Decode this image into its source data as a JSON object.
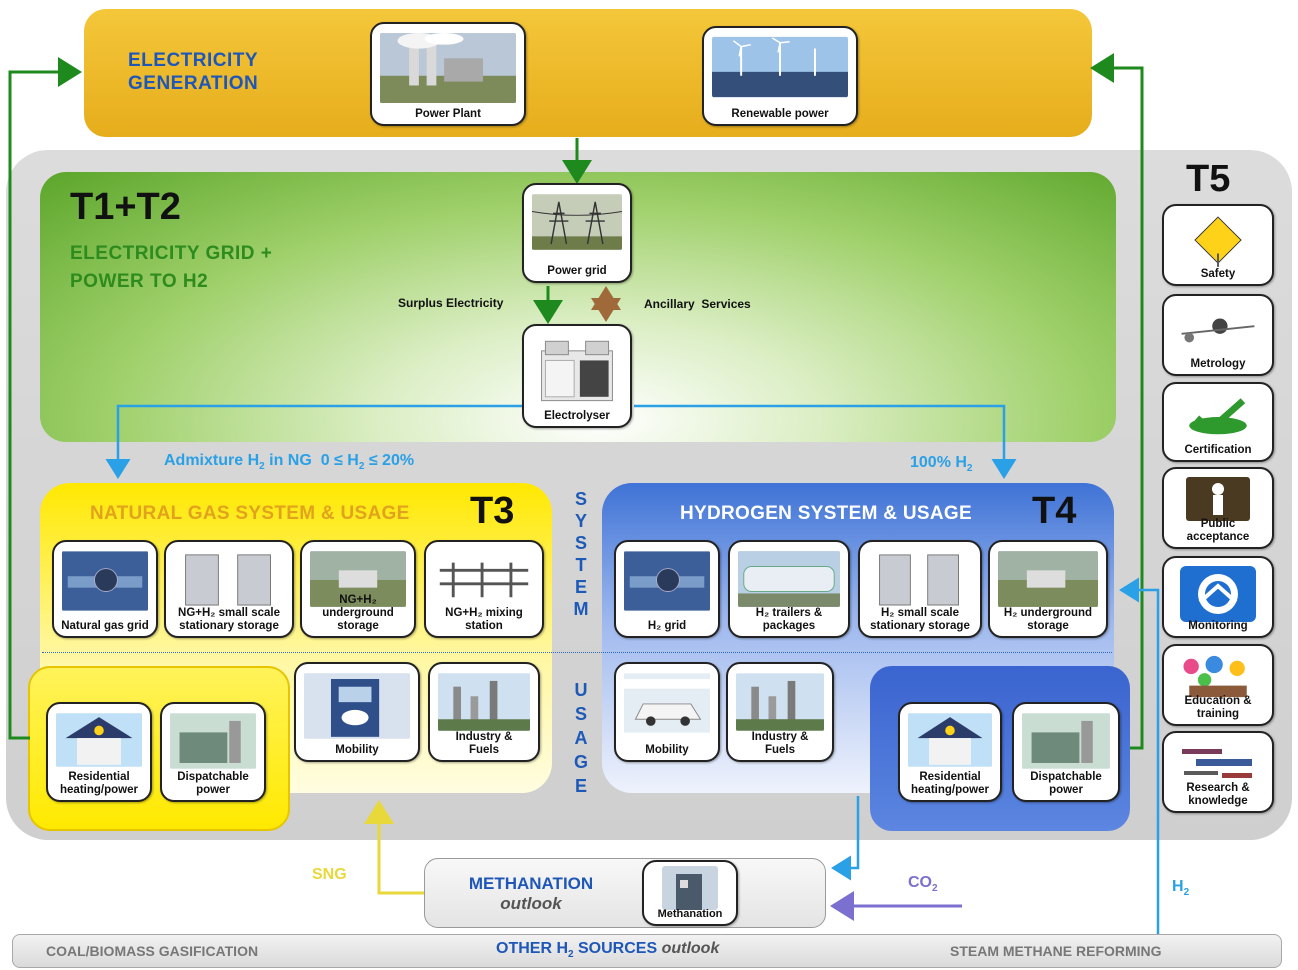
{
  "generation": {
    "title_line1": "ELECTRICITY",
    "title_line2": "GENERATION",
    "cards": [
      {
        "label": "Power Plant",
        "icon": "power-plant-icon"
      },
      {
        "label": "Renewable power",
        "icon": "wind-solar-icon"
      }
    ]
  },
  "t12": {
    "code": "T1+T2",
    "title_line1": "ELECTRICITY GRID +",
    "title_line2": "POWER TO H2",
    "grid_label": "Power grid",
    "electrolyser_label": "Electrolyser",
    "surplus": "Surplus Electricity",
    "ancillary": "Ancillary  Services"
  },
  "flows": {
    "admixture_prefix": "Admixture H",
    "admixture_sub": "2",
    "admixture_mid": " in NG  0 ≤ H",
    "admixture_sub2": "2",
    "admixture_suffix": " ≤ 20%",
    "pure_prefix": "100% H",
    "pure_sub": "2",
    "sng": "SNG",
    "co2_prefix": "CO",
    "co2_sub": "2",
    "h2_prefix": "H",
    "h2_sub": "2"
  },
  "t3": {
    "code": "T3",
    "title": "NATURAL GAS SYSTEM & USAGE",
    "system_cards": [
      {
        "line1": "Natural gas grid",
        "line2": ""
      },
      {
        "line1": "NG+H₂ small scale",
        "line2": "stationary storage"
      },
      {
        "line1": "NG+H₂ underground",
        "line2": "storage"
      },
      {
        "line1": "NG+H₂ mixing",
        "line2": "station"
      }
    ],
    "usage_cards": [
      {
        "line1": "Residential",
        "line2": "heating/power"
      },
      {
        "line1": "Dispatchable",
        "line2": "power"
      },
      {
        "line1": "Mobility",
        "line2": ""
      },
      {
        "line1": "Industry &",
        "line2": "Fuels"
      }
    ]
  },
  "center_vertical": {
    "system": [
      "S",
      "Y",
      "S",
      "T",
      "E",
      "M"
    ],
    "usage": [
      "U",
      "S",
      "A",
      "G",
      "E"
    ]
  },
  "t4": {
    "code": "T4",
    "title": "HYDROGEN SYSTEM & USAGE",
    "system_cards": [
      {
        "line1": "H₂ grid",
        "line2": ""
      },
      {
        "line1": "H₂ trailers &",
        "line2": "packages"
      },
      {
        "line1": "H₂ small scale",
        "line2": "stationary storage"
      },
      {
        "line1": "H₂ underground",
        "line2": "storage"
      }
    ],
    "usage_cards": [
      {
        "line1": "Mobility",
        "line2": ""
      },
      {
        "line1": "Industry &",
        "line2": "Fuels"
      },
      {
        "line1": "Residential",
        "line2": "heating/power"
      },
      {
        "line1": "Dispatchable",
        "line2": "power"
      }
    ]
  },
  "t5": {
    "code": "T5",
    "items": [
      {
        "line1": "Safety",
        "line2": "",
        "icon": "safety-sign-icon"
      },
      {
        "line1": "Metrology",
        "line2": "",
        "icon": "metrology-tools-icon"
      },
      {
        "line1": "Certification",
        "line2": "",
        "icon": "certified-check-icon"
      },
      {
        "line1": "Public",
        "line2": "acceptance",
        "icon": "public-acceptance-icon"
      },
      {
        "line1": "Monitoring",
        "line2": "",
        "icon": "monitoring-icon"
      },
      {
        "line1": "Education &",
        "line2": "training",
        "icon": "education-icon"
      },
      {
        "line1": "Research &",
        "line2": "knowledge",
        "icon": "research-wordcloud-icon"
      }
    ]
  },
  "methanation": {
    "title": "METHANATION",
    "subtitle": "outlook",
    "card_label": "Methanation"
  },
  "bottom": {
    "left": "COAL/BIOMASS GASIFICATION",
    "center_prefix": "OTHER H",
    "center_sub": "2",
    "center_main": " SOURCES",
    "center_italic": " outlook",
    "right": "STEAM METHANE REFORMING"
  },
  "colors": {
    "green_arrow": "#1e8a1e",
    "blue_arrow": "#2aa0e6",
    "yellow_arrow": "#e8d83a",
    "purple_arrow": "#7b6fd0",
    "brown_arrow": "#a0693a"
  }
}
